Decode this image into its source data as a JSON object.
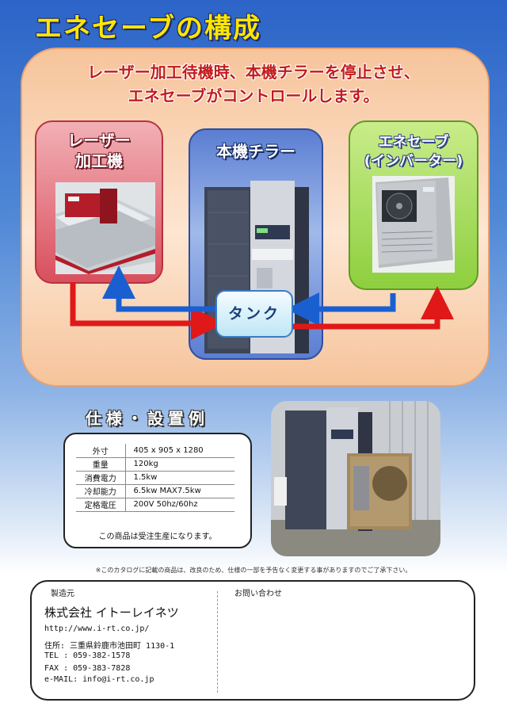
{
  "title": "エネセーブの構成",
  "headline": {
    "line1": "レーザー加工待機時、本機チラーを停止させ、",
    "line2": "エネセーブがコントロールします。"
  },
  "boxes": {
    "laser": {
      "line1": "レーザー",
      "line2": "加工機"
    },
    "chiller": {
      "line1": "本機チラー"
    },
    "enesave": {
      "line1": "エネセーブ",
      "line2": "(インバーター)"
    }
  },
  "tank_label": "タンク",
  "spec": {
    "title": "仕様・設置例",
    "rows": [
      {
        "key": "外寸",
        "value": "405 x 905 x 1280"
      },
      {
        "key": "重量",
        "value": "120kg"
      },
      {
        "key": "消費電力",
        "value": "1.5kw"
      },
      {
        "key": "冷却能力",
        "value": "6.5kw MAX7.5kw"
      },
      {
        "key": "定格電圧",
        "value": "200V 50hz/60hz"
      }
    ],
    "note": "この商品は受注生産になります。"
  },
  "disclaimer": "※このカタログに記載の商品は、改良のため、仕様の一部を予告なく変更する事がありますのでご了承下さい。",
  "contact": {
    "maker_label": "製造元",
    "inquiry_label": "お問い合わせ",
    "company": "株式会社 イトーレイネツ",
    "url": "http://www.i-rt.co.jp/",
    "address": "住所: 三重県鈴鹿市池田町 1130-1",
    "tel": "TEL : 059-382-1578",
    "fax": "FAX : 059-383-7828",
    "email": "e-MAIL:  info@i-rt.co.jp"
  },
  "colors": {
    "title_yellow": "#ffe600",
    "headline_red": "#c31c1c",
    "flow_red": "#e01818",
    "flow_blue": "#1a5fd0"
  }
}
